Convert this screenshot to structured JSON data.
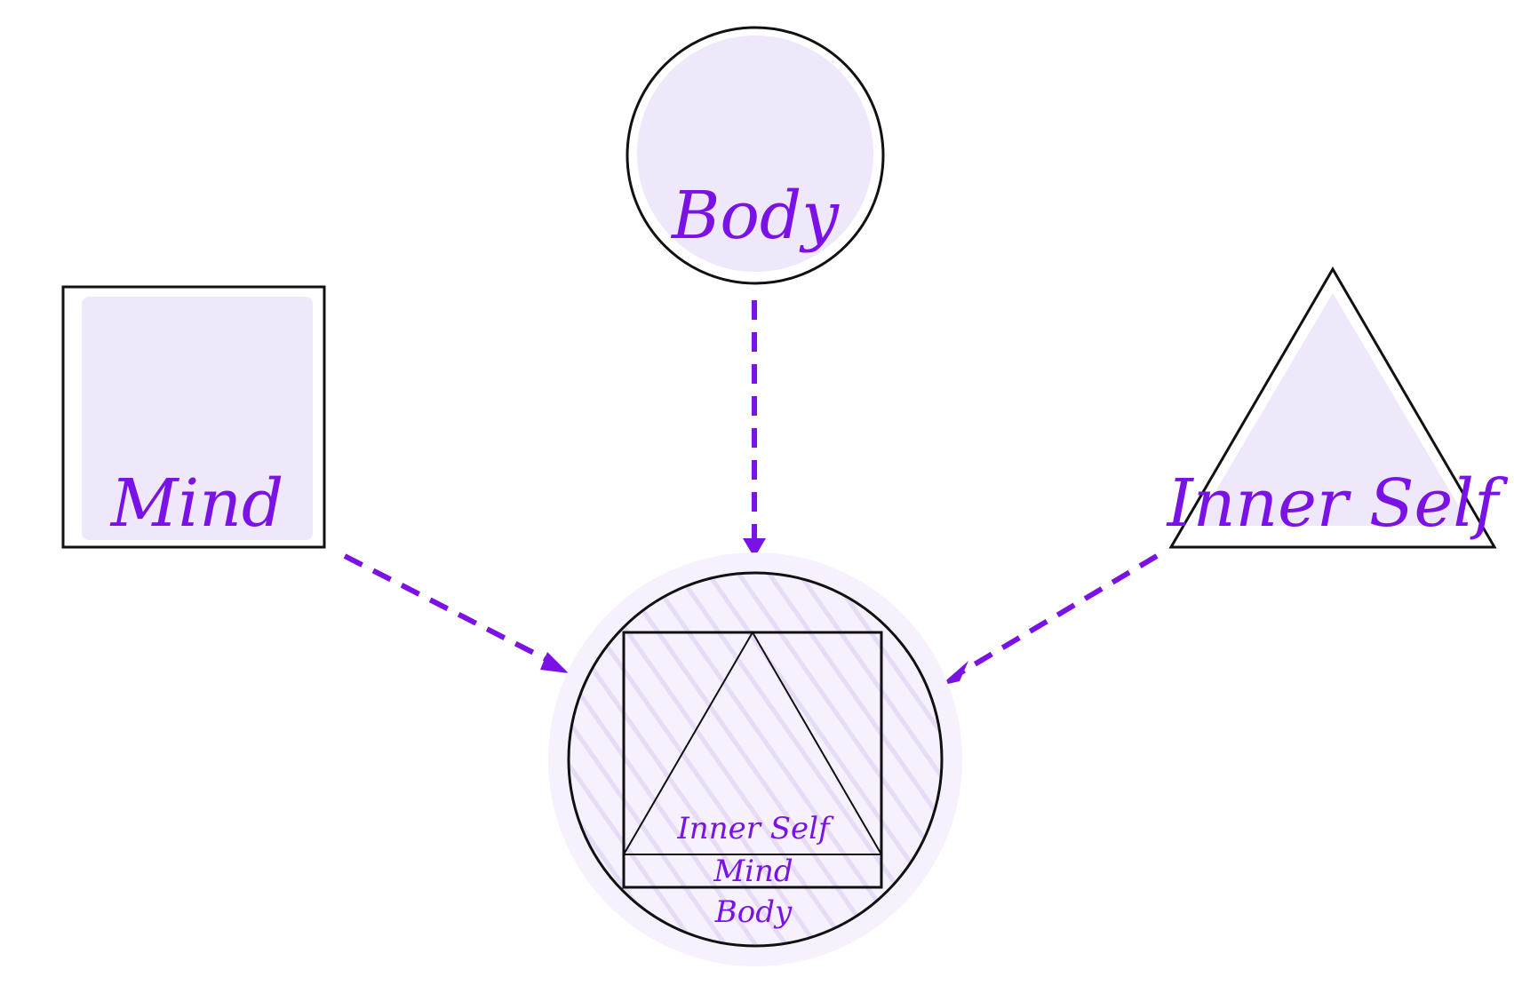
{
  "nodes": {
    "body": {
      "label": "Body"
    },
    "mind": {
      "label": "Mind"
    },
    "inner_self": {
      "label": "Inner Self"
    }
  },
  "combined": {
    "inner_self_label": "Inner Self",
    "mind_label": "Mind",
    "body_label": "Body"
  },
  "colors": {
    "accent": "#7a12e6",
    "fill": "#efe7fa",
    "outline": "#111111"
  }
}
